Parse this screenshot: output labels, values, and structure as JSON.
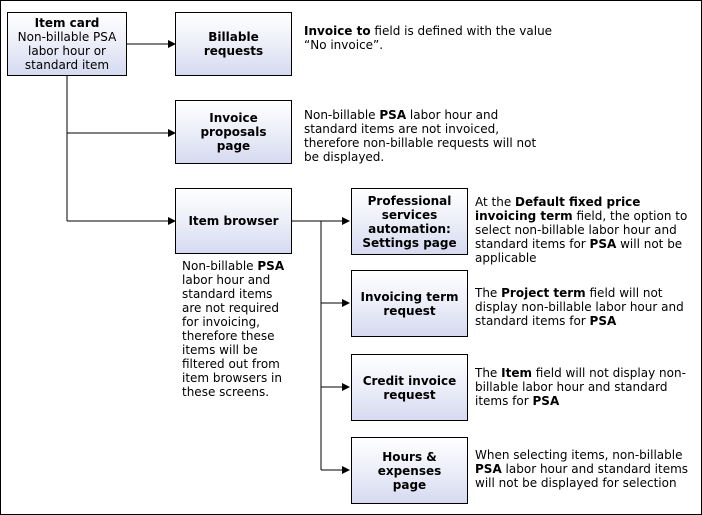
{
  "root": {
    "title": "Item card",
    "lines": [
      "Non-billable PSA",
      "labor hour or",
      "standard item"
    ]
  },
  "boxes": {
    "billable": "Billable requests",
    "invoice_proposals": "Invoice proposals page",
    "item_browser": "Item browser",
    "psa_settings": "Professional services automation: Settings page",
    "invoicing_term": "Invoicing term request",
    "credit_invoice": "Credit invoice request",
    "hours_expenses": "Hours & expenses page"
  },
  "notes": {
    "billable": {
      "b1": "Invoice to",
      "t1": " field is defined with the value “No invoice”."
    },
    "invoice_proposals": {
      "t1": "Non-billable ",
      "b1": "PSA",
      "t2": " labor hour and standard items are not invoiced, therefore non-billable requests will not be displayed."
    },
    "item_browser": {
      "t1": "Non-billable ",
      "b1": "PSA",
      "t2": " labor hour and standard items are not required for invoicing, therefore these items will be filtered out from item browsers in these screens."
    },
    "psa_settings": {
      "t1": "At the ",
      "b1": "Default fixed price invoicing term",
      "t2": " field, the option to select non-billable labor hour and standard items for ",
      "b2": "PSA",
      "t3": " will not be applicable"
    },
    "invoicing_term": {
      "t1": "The ",
      "b1": "Project term",
      "t2": " field will not display non-billable labor hour and standard items for ",
      "b2": "PSA"
    },
    "credit_invoice": {
      "t1": "The ",
      "b1": "Item",
      "t2": " field will not display non-billable labor hour and standard items for ",
      "b2": "PSA"
    },
    "hours_expenses": {
      "t1": "When selecting items, non-billable ",
      "b1": "PSA",
      "t2": " labor hour and standard items will not be displayed for selection"
    }
  }
}
